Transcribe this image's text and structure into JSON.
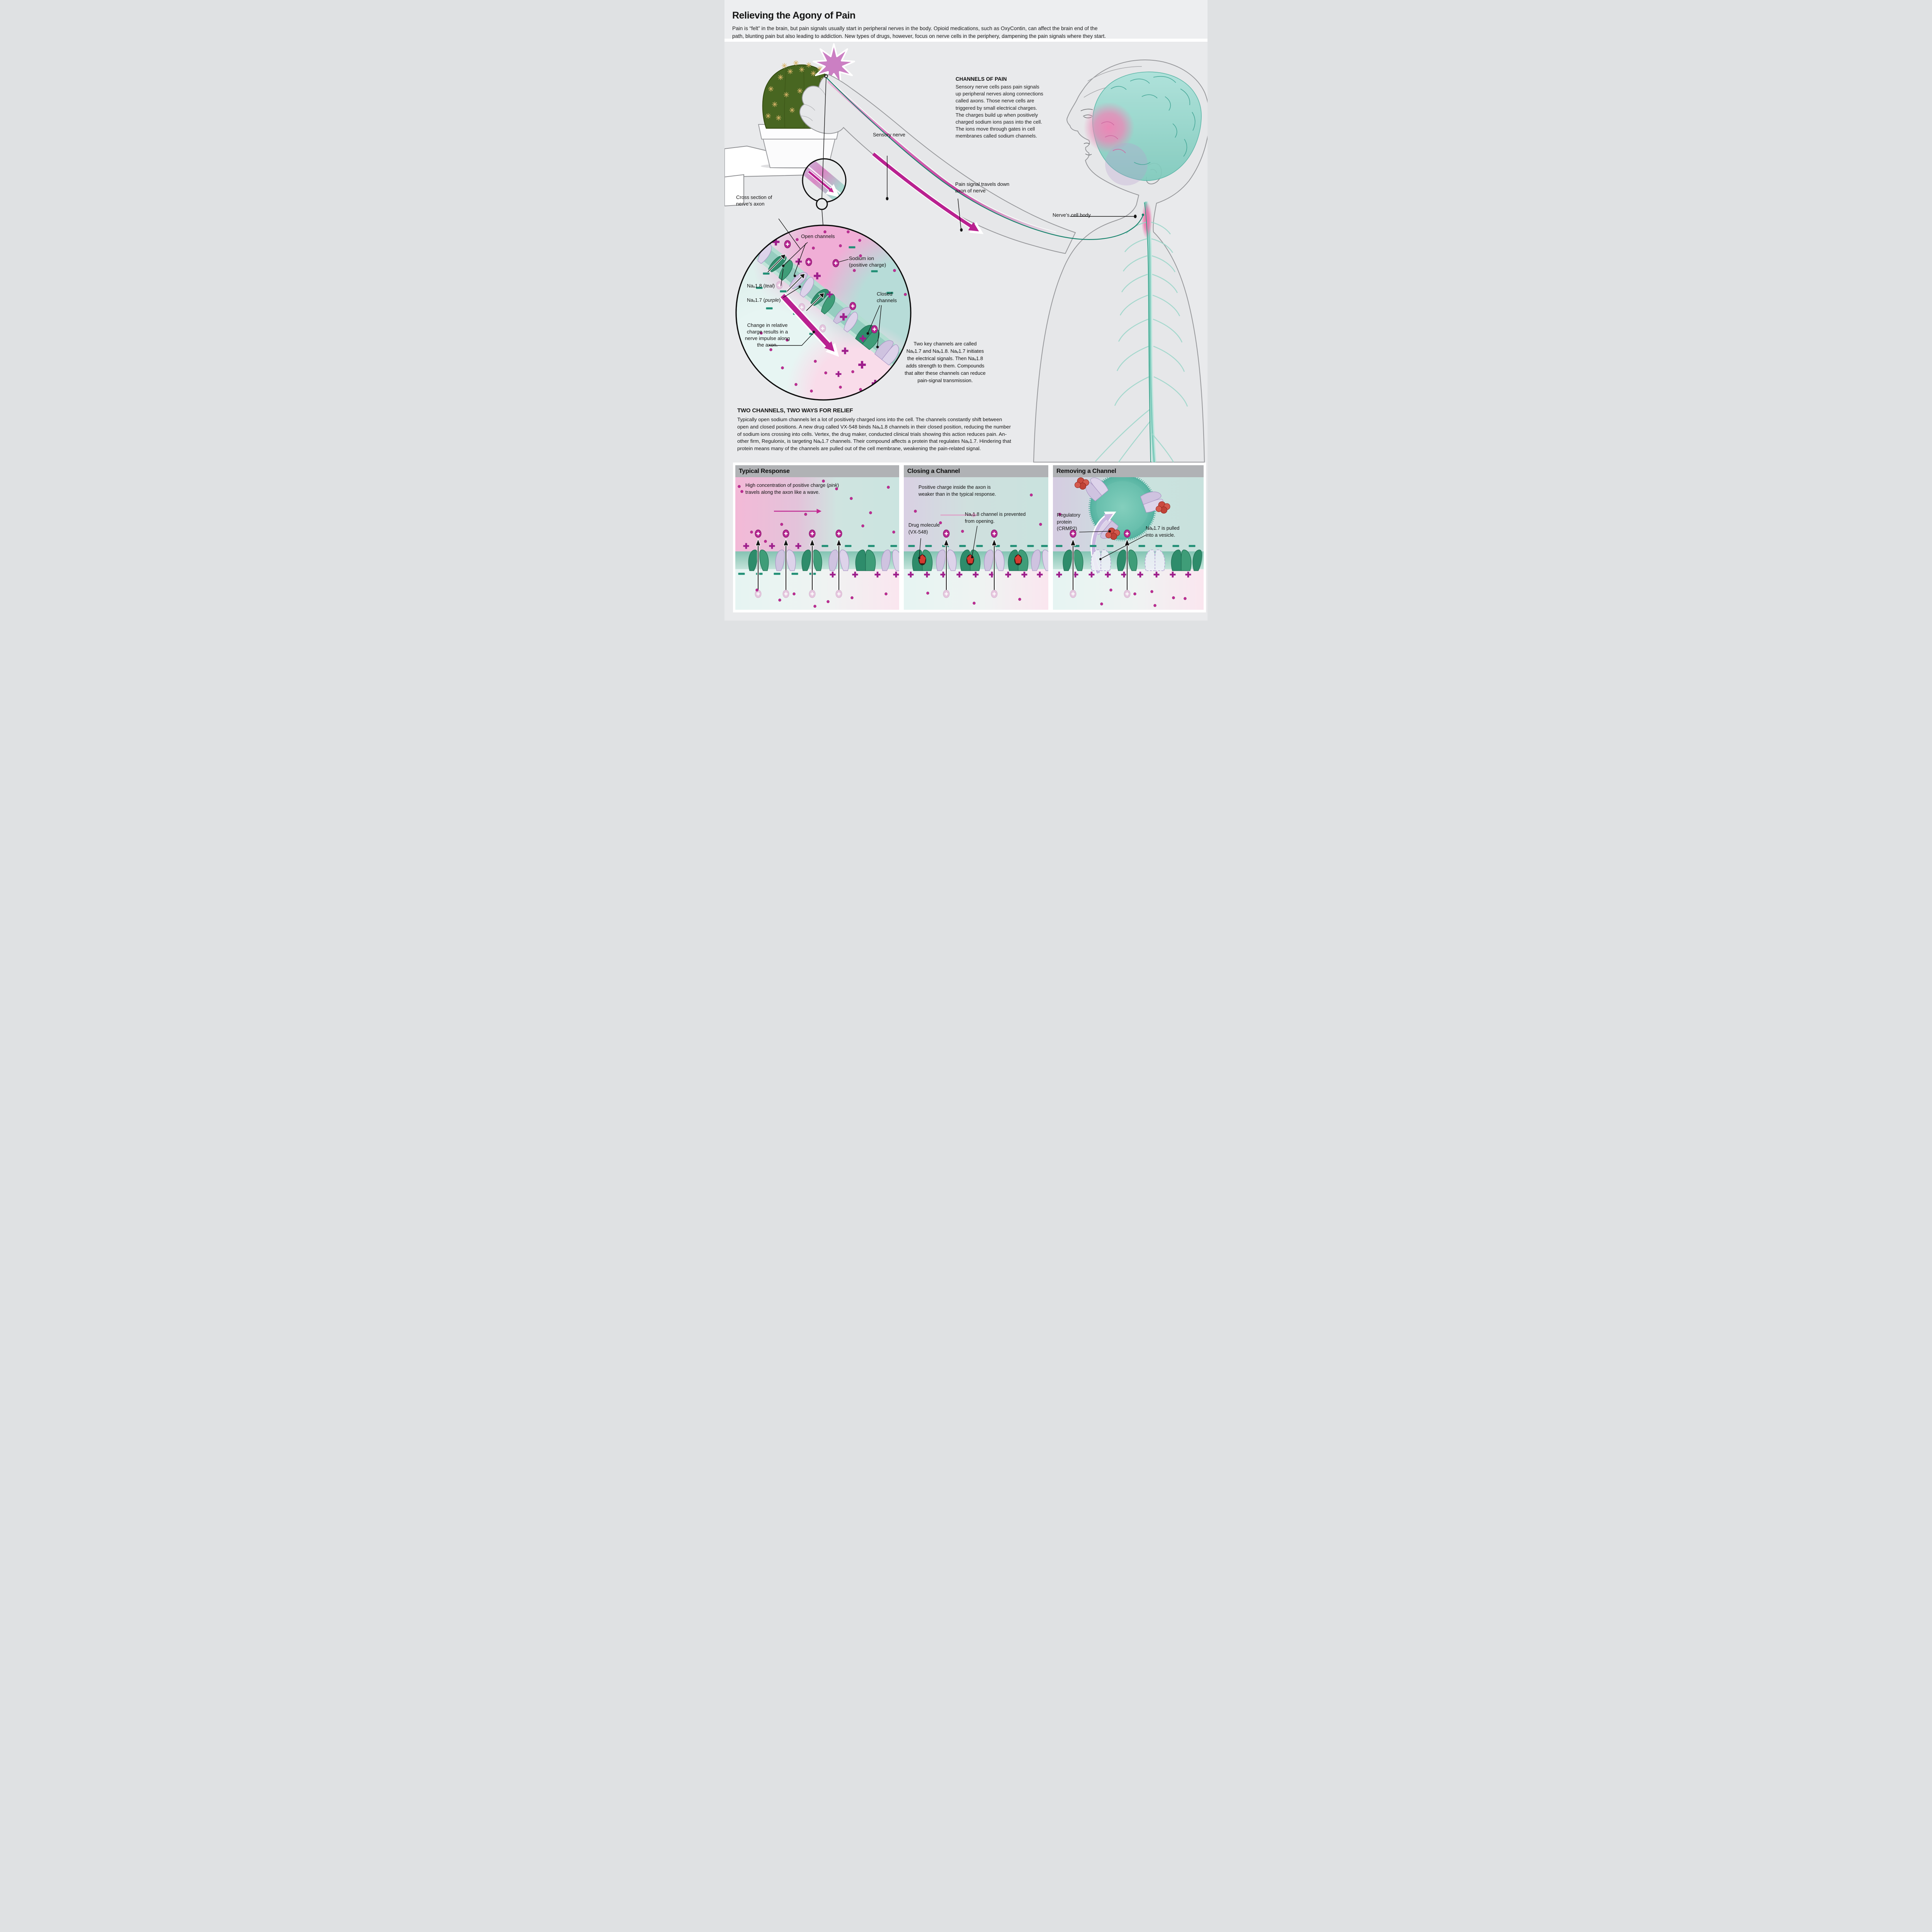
{
  "header": {
    "title": "Relieving the Agony of Pain",
    "intro": "Pain is “felt” in the brain, but pain signals usually start in peripheral nerves in the body. Opioid medications, such as OxyContin, can affect the brain end of the\npath, blunting pain but also leading to addiction. New types of drugs, however, focus on nerve cells in the periphery, dampening the pain signals where they start."
  },
  "channels_of_pain": {
    "heading": "CHANNELS OF PAIN",
    "body": "Sensory nerve cells pass pain signals\nup peripheral nerves along connections\ncalled axons. Those nerve cells are\ntriggered by small electrical charges.\nThe charges build up when positively\ncharged sodium ions pass into the cell.\nThe ions move through gates in cell\nmembranes called sodium channels."
  },
  "anatomy_labels": {
    "sensory_nerve": "Sensory nerve",
    "pain_signal": "Pain signal travels down\naxon of nerve",
    "nerve_cell_body": "Nerve’s cell body",
    "cross_section": "Cross section of\nnerve’s axon"
  },
  "cross_section": {
    "open_channels": "Open channels",
    "sodium_ion": "Sodium ion\n(positive charge)",
    "nav18": {
      "pre": "Naᵥ1.8 (",
      "italic": "teal",
      "post": ")"
    },
    "nav17": {
      "pre": "Naᵥ1.7 (",
      "italic": "purple",
      "post": ")"
    },
    "closed_channels": "Closed\nchannels",
    "impulse_note": "Change in relative\ncharge results in a\nnerve impulse along\nthe axon.",
    "two_key_note": "Two key channels are called\nNaᵥ1.7 and Naᵥ1.8. Naᵥ1.7 initiates\nthe electrical signals. Then Naᵥ1.8\nadds strength to them. Compounds\nthat alter these channels can reduce\npain-signal transmission."
  },
  "relief": {
    "heading": "TWO CHANNELS, TWO WAYS FOR RELIEF",
    "body": "Typically open sodium channels let a lot of positively charged ions into the cell. The channels constantly shift between\nopen and closed positions. A new drug called VX-548 binds Naᵥ1.8 channels in their closed position, reducing the number\nof sodium ions crossing into cells. Vertex, the drug maker, conducted clinical trials showing this action reduces pain. An-\nother firm, Regulonix, is targeting Naᵥ1.7 channels. Their compound affects a protein that regulates Naᵥ1.7. Hindering that\nprotein means many of the channels are pulled out of the cell membrane, weakening the pain-related signal."
  },
  "panels": {
    "typical": {
      "title": "Typical Response",
      "caption": {
        "pre": "High concentration of positive charge (",
        "italic": "pink",
        "post": ")\ntravels along the axon like a wave."
      }
    },
    "closing": {
      "title": "Closing a Channel",
      "caption": "Positive charge inside the axon is\nweaker than in the typical response.",
      "drug_label": "Drug molecule\n(VX-548)",
      "channel_label": "Naᵥ1.8 channel is prevented\nfrom opening."
    },
    "removing": {
      "title": "Removing a Channel",
      "protein_label": "Regulatory\nprotein\n(CRMP2)",
      "vesicle_label": "Naᵥ1.7 is pulled\ninto a vesicle."
    }
  },
  "colors": {
    "background": "#e9eaec",
    "accent_magenta": "#b92190",
    "ion_magenta": "#bf2b94",
    "plus_magenta": "#9e1f8c",
    "minus_teal": "#1f8e74",
    "teal_channel": "#2e8c6b",
    "lavender_channel": "#cfc3e0",
    "drug_red": "#d23b30",
    "vesicle_teal": "#6fc4b2",
    "brain_teal": "#8fd2c6",
    "brain_pink": "#ec86b6",
    "starburst_pink": "#cb7fc3",
    "panel_header_bg": "#b0b2b5"
  }
}
